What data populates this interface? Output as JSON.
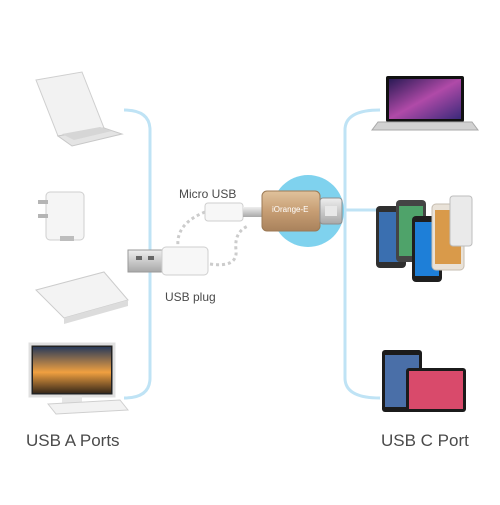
{
  "labels": {
    "left_title": "USB A Ports",
    "right_title": "USB C Port",
    "micro_usb": "Micro USB",
    "usb_plug": "USB plug",
    "brand": "iOrange-E"
  },
  "colors": {
    "bracket": "#bfe3f5",
    "adapter": "#c9a37d",
    "circle": "#7fd2ee"
  }
}
